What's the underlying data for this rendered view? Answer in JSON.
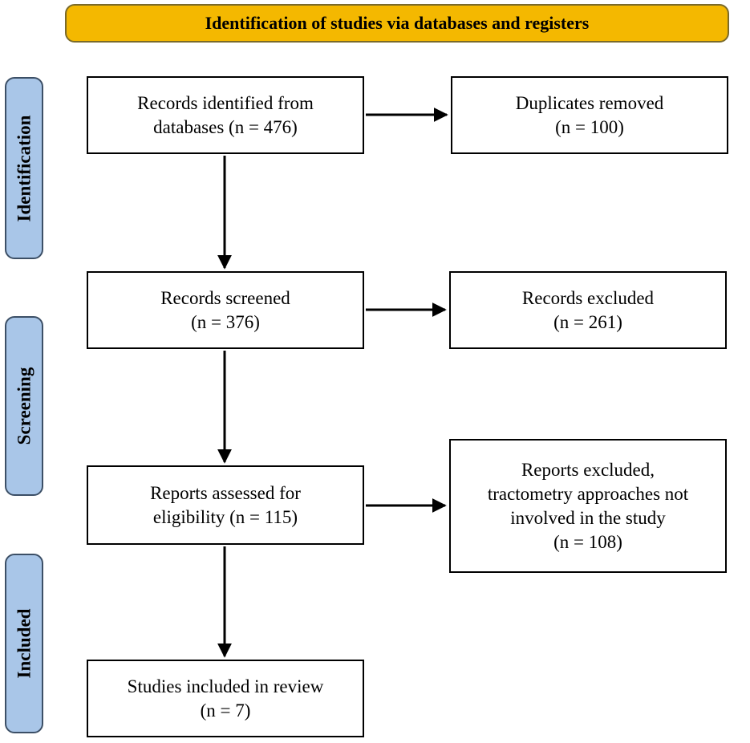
{
  "header": {
    "title": "Identification of studies via databases and registers"
  },
  "phases": {
    "identification": "Identification",
    "screening": "Screening",
    "included": "Included"
  },
  "boxes": {
    "records_identified": {
      "line1": "Records identified from",
      "line2": "databases (n = 476)"
    },
    "duplicates_removed": {
      "line1": "Duplicates removed",
      "line2": "(n = 100)"
    },
    "records_screened": {
      "line1": "Records screened",
      "line2": "(n = 376)"
    },
    "records_excluded": {
      "line1": "Records excluded",
      "line2": "(n = 261)"
    },
    "reports_assessed": {
      "line1": "Reports assessed for",
      "line2": "eligibility (n = 115)"
    },
    "reports_excluded": {
      "line1": "Reports excluded,",
      "line2": "tractometry approaches not",
      "line3": "involved in the study",
      "line4": "(n = 108)"
    },
    "studies_included": {
      "line1": "Studies included in review",
      "line2": "(n = 7)"
    }
  },
  "colors": {
    "banner": "#f4b800",
    "phase": "#a9c6e8",
    "box_border": "#000000"
  }
}
